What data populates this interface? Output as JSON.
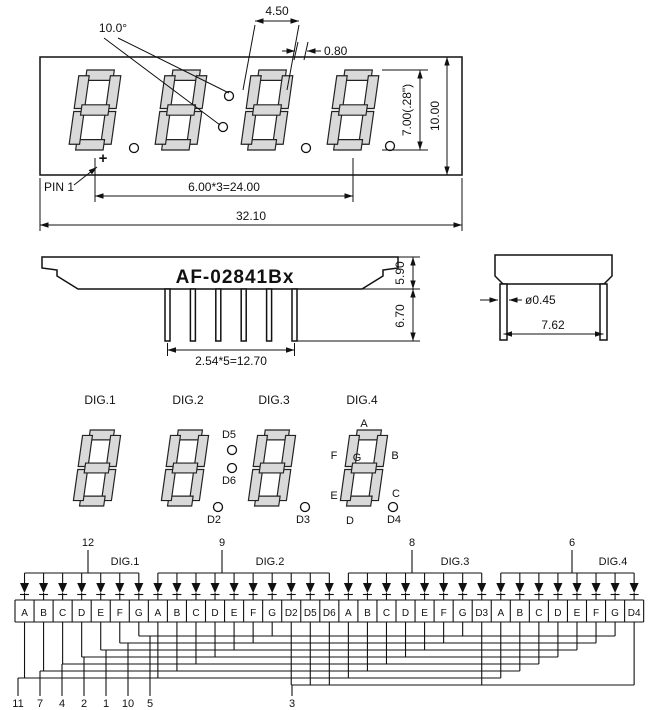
{
  "front_view": {
    "dim_angle": "10.0°",
    "dim_pitch": "4.50",
    "dim_gap": "0.80",
    "dim_char_height": "7.00(.28\")",
    "dim_total_height": "10.00",
    "dim_digit_spacing": "6.00*3=24.00",
    "dim_total_width": "32.10",
    "pin1_label": "PIN 1",
    "pin1_mark": "+"
  },
  "side_view": {
    "part_number": "AF-02841Bx",
    "dim_body_height": "5.90",
    "dim_pin_length": "6.70",
    "dim_pin_pitch": "2.54*5=12.70"
  },
  "end_view": {
    "dim_pin_diameter": "ø0.45",
    "dim_row_spacing": "7.62"
  },
  "segment_view": {
    "digits": [
      "DIG.1",
      "DIG.2",
      "DIG.3",
      "DIG.4"
    ],
    "seg_a": "A",
    "seg_b": "B",
    "seg_c": "C",
    "seg_d": "D",
    "seg_e": "E",
    "seg_f": "F",
    "seg_g": "G",
    "dp_d2": "D2",
    "dp_d3": "D3",
    "dp_d4": "D4",
    "dp_d5": "D5",
    "dp_d6": "D6"
  },
  "schematic": {
    "groups": [
      {
        "digit": "DIG.1",
        "pin": "12",
        "terminals": [
          "A",
          "B",
          "C",
          "D",
          "E",
          "F",
          "G"
        ]
      },
      {
        "digit": "DIG.2",
        "pin": "9",
        "terminals": [
          "A",
          "B",
          "C",
          "D",
          "E",
          "F",
          "G",
          "D2",
          "D5",
          "D6"
        ]
      },
      {
        "digit": "DIG.3",
        "pin": "8",
        "terminals": [
          "A",
          "B",
          "C",
          "D",
          "E",
          "F",
          "G",
          "D3"
        ]
      },
      {
        "digit": "DIG.4",
        "pin": "6",
        "terminals": [
          "A",
          "B",
          "C",
          "D",
          "E",
          "F",
          "G",
          "D4"
        ]
      }
    ],
    "bottom_pins": [
      {
        "label": "11",
        "net": "A"
      },
      {
        "label": "7",
        "net": "B"
      },
      {
        "label": "4",
        "net": "C"
      },
      {
        "label": "2",
        "net": "D"
      },
      {
        "label": "1",
        "net": "E"
      },
      {
        "label": "10",
        "net": "F"
      },
      {
        "label": "5",
        "net": "G"
      },
      {
        "label": "3",
        "net": "DP"
      }
    ]
  }
}
